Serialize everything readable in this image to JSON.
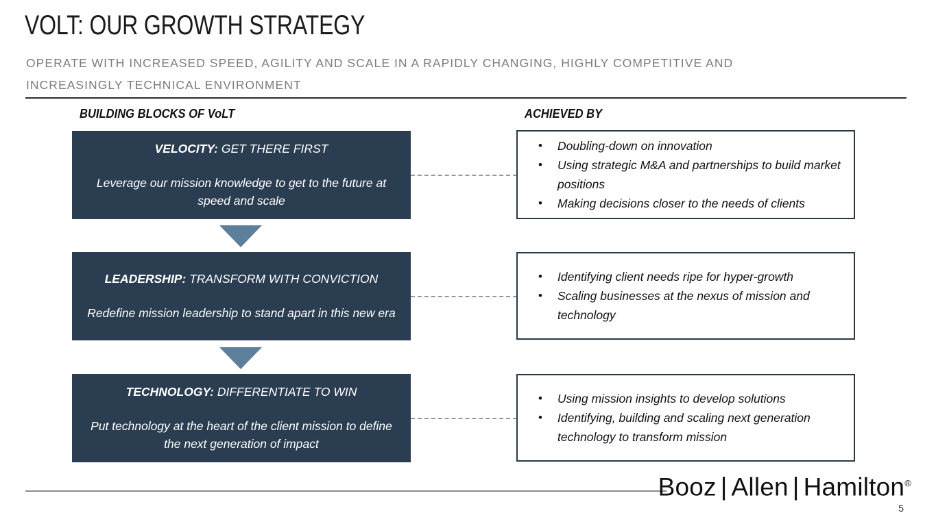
{
  "slide": {
    "title": "VOLT: OUR GROWTH STRATEGY",
    "subtitle": "OPERATE WITH INCREASED SPEED, AGILITY AND SCALE IN A RAPIDLY CHANGING, HIGHLY COMPETITIVE AND INCREASINGLY TECHNICAL ENVIRONMENT",
    "page_number": "5"
  },
  "columns": {
    "left_heading": "BUILDING BLOCKS OF VoLT",
    "right_heading": "ACHIEVED BY"
  },
  "colors": {
    "block_fill": "#2b3d50",
    "arrow_fill": "#5d7f9b",
    "box_border": "#27384a",
    "connector": "#8a9aa8",
    "subtitle_text": "#7c7c7c",
    "header_rule": "#2b2b2b",
    "footer_rule": "#8c8c8c"
  },
  "blocks": [
    {
      "keyword": "VELOCITY:",
      "tagline": " GET THERE FIRST",
      "description": "Leverage our mission knowledge to get to the future at speed and scale"
    },
    {
      "keyword": "LEADERSHIP:",
      "tagline": " TRANSFORM WITH CONVICTION",
      "description": "Redefine mission leadership to stand apart in this new era"
    },
    {
      "keyword": "TECHNOLOGY:",
      "tagline": " DIFFERENTIATE TO WIN",
      "description": "Put technology at the heart of the client mission to define the next generation of impact"
    }
  ],
  "achieved_by": [
    {
      "bullet_char": "•",
      "items": [
        "Doubling-down on innovation",
        "Using strategic M&A and partnerships to build market positions",
        "Making decisions closer to the needs of clients"
      ]
    },
    {
      "bullet_char": "•",
      "items": [
        "Identifying client needs ripe for hyper-growth",
        "Scaling businesses at the nexus of mission and technology"
      ]
    },
    {
      "bullet_char": "•",
      "items": [
        "Using mission insights to develop solutions",
        "Identifying, building and scaling next generation technology to transform mission"
      ]
    }
  ],
  "brand": {
    "word1": "Booz",
    "sep1": "|",
    "word2": "Allen",
    "sep2": "|",
    "word3": "Hamilton",
    "registered": "®"
  },
  "icons": {
    "arrow": "triangle-down-icon",
    "connector": "dashed-line-icon"
  }
}
